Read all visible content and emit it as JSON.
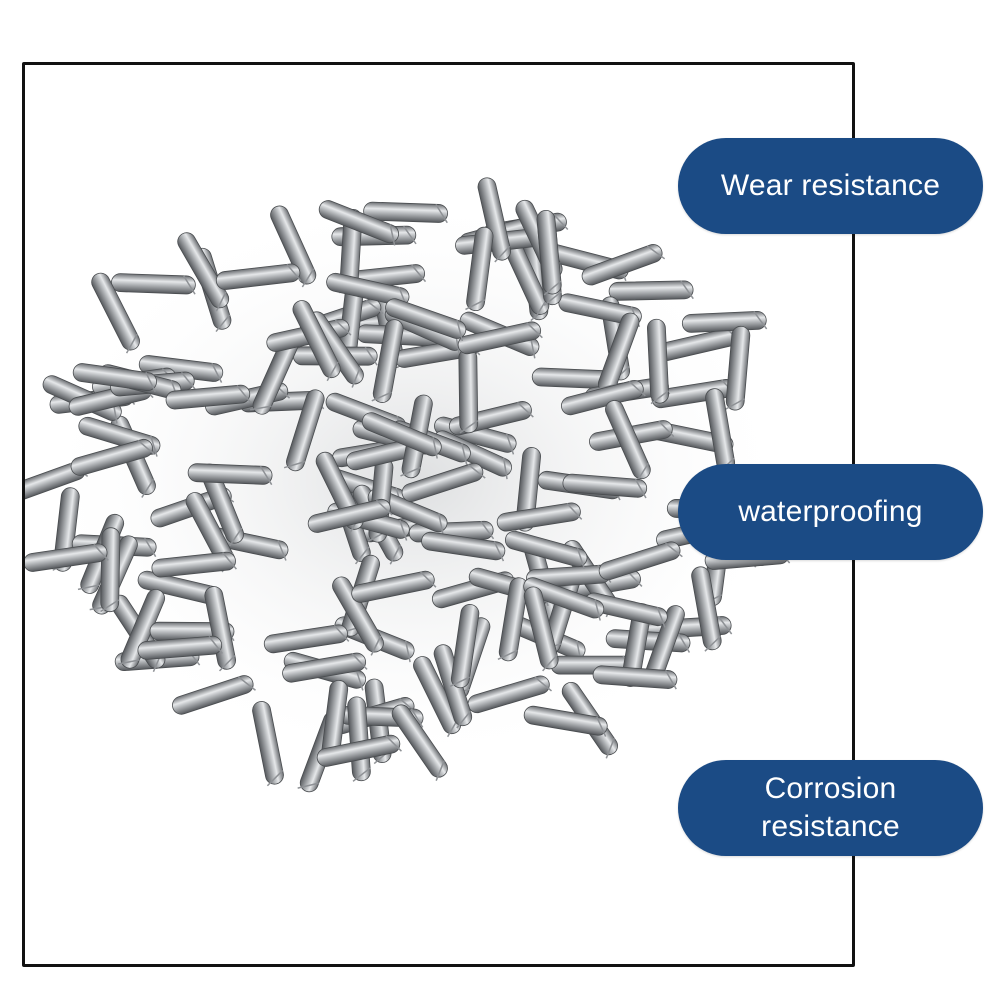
{
  "features": {
    "wear": "Wear resistance",
    "water": "waterproofing",
    "corrosion_line1": "Corrosion",
    "corrosion_line2": "resistance"
  },
  "colors": {
    "badge_background": "#1b4b85",
    "badge_text": "#ffffff",
    "frame_border": "#111111",
    "page_background": "#ffffff"
  },
  "image": {
    "subject": "pile of stainless steel cylindrical pins"
  }
}
